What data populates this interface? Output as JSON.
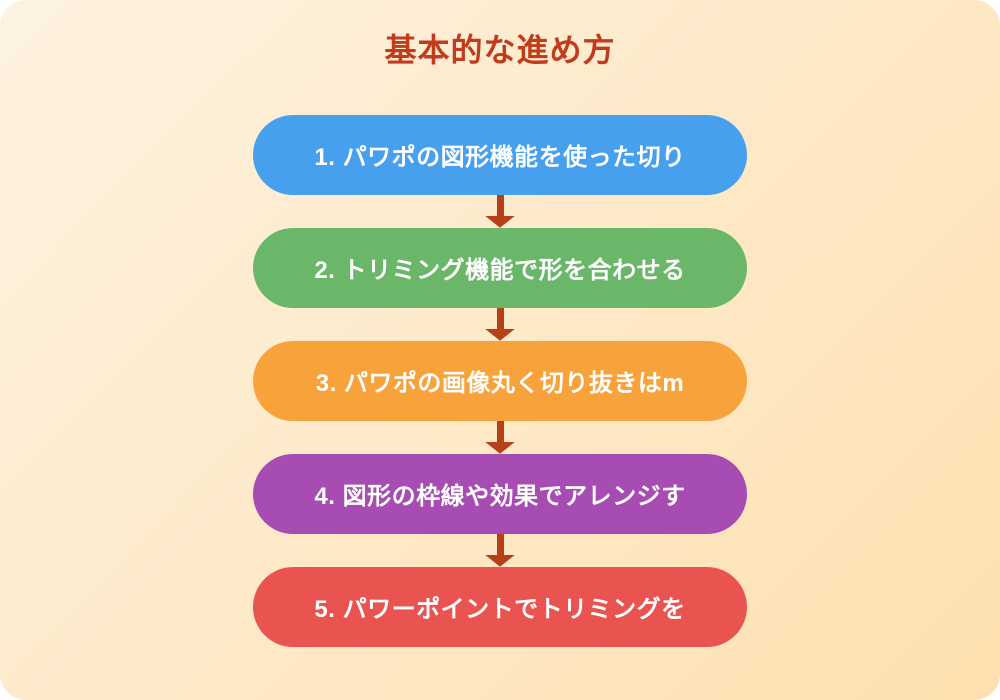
{
  "title": "基本的な進め方",
  "colors": {
    "title_text": "#c23b1c",
    "arrow": "#b54019",
    "background_start": "#fdf2e1",
    "background_end": "#fee0af",
    "step_text": "#ffffff"
  },
  "steps": [
    {
      "label": "1. パワポの図形機能を使った切り",
      "color": "#47a0ee"
    },
    {
      "label": "2. トリミング機能で形を合わせる",
      "color": "#6bb76a"
    },
    {
      "label": "3. パワポの画像丸く切り抜きはm",
      "color": "#f8a23c"
    },
    {
      "label": "4. 図形の枠線や効果でアレンジす",
      "color": "#a64cb2"
    },
    {
      "label": "5. パワーポイントでトリミングを",
      "color": "#e95450"
    }
  ]
}
